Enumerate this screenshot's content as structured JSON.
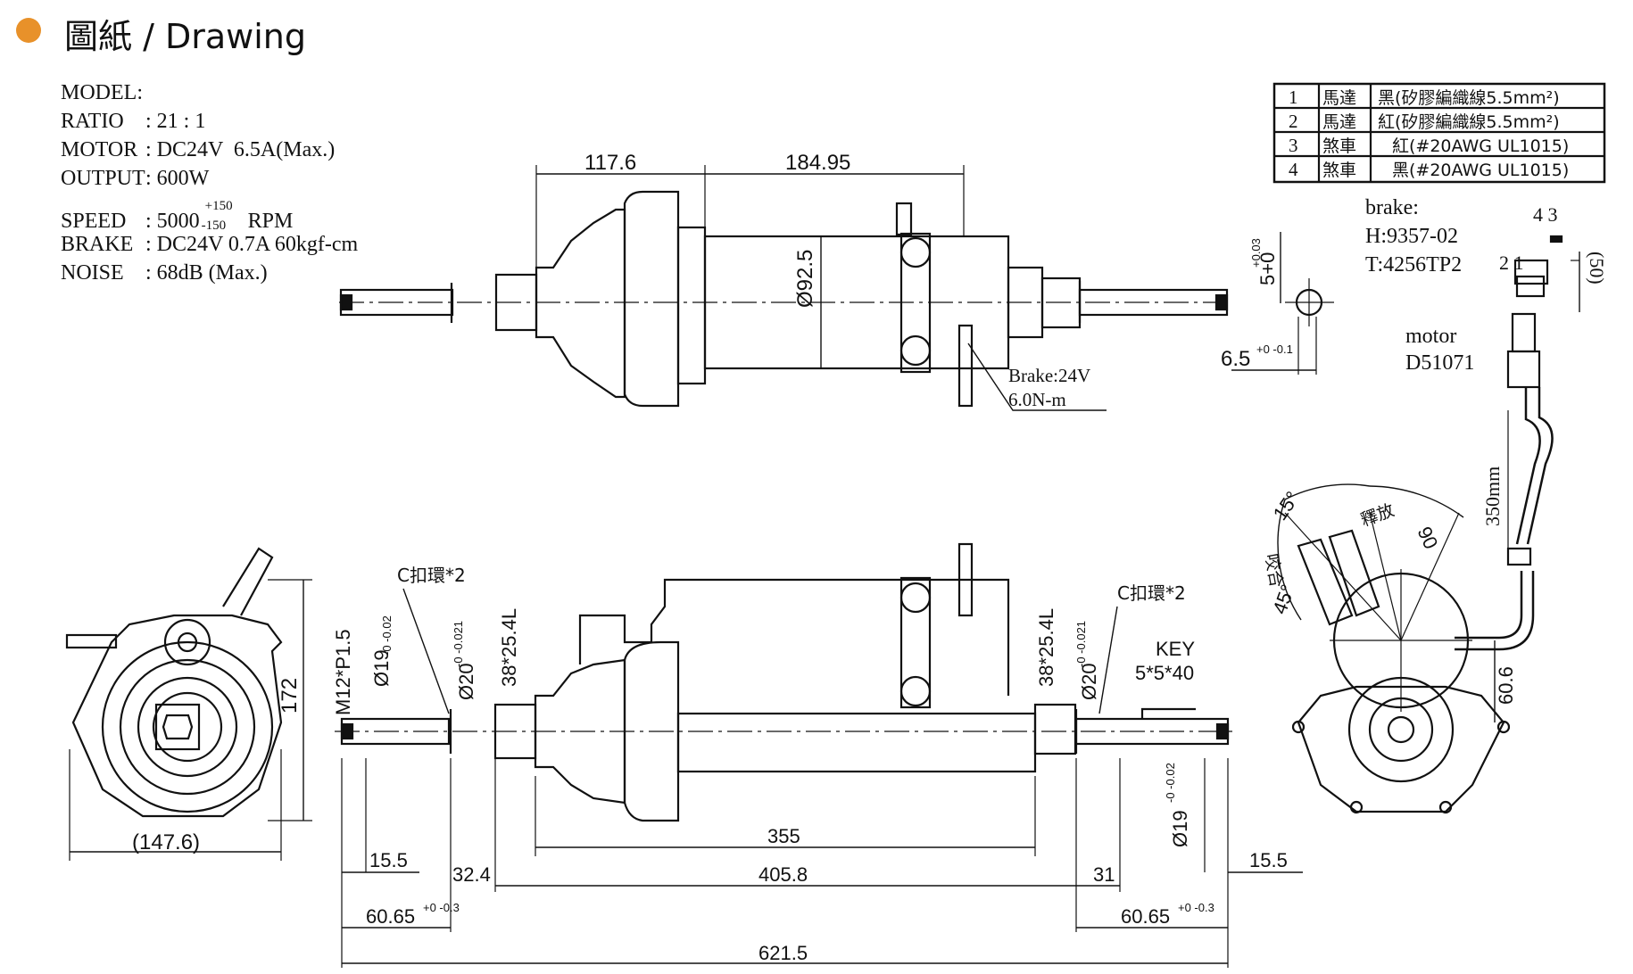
{
  "header": {
    "title": "圖紙 / Drawing",
    "dot_color": "#e8912a"
  },
  "specs": {
    "model_label": "MODEL:",
    "ratio": {
      "key": "RATIO",
      "value": ": 21 : 1"
    },
    "motor": {
      "key": "MOTOR",
      "value": ": DC24V  6.5A(Max.)"
    },
    "output": {
      "key": "OUTPUT",
      "value": ": 600W"
    },
    "speed": {
      "key": "SPEED",
      "value": ": 5000",
      "tol_plus": "+150",
      "tol_minus": "-150",
      "unit": "RPM"
    },
    "brake": {
      "key": "BRAKE",
      "value": ": DC24V 0.7A 60kgf-cm"
    },
    "noise": {
      "key": "NOISE",
      "value": ": 68dB (Max.)"
    }
  },
  "wire_table": {
    "rows": [
      {
        "no": "1",
        "part": "馬達",
        "desc": "黑(矽膠編織線5.5mm²)"
      },
      {
        "no": "2",
        "part": "馬達",
        "desc": "紅(矽膠編織線5.5mm²)"
      },
      {
        "no": "3",
        "part": "煞車",
        "desc": "紅(#20AWG UL1015)"
      },
      {
        "no": "4",
        "part": "煞車",
        "desc": "黑(#20AWG UL1015)"
      }
    ]
  },
  "connector": {
    "brake_label": "brake:",
    "brake_h": "H:9357-02",
    "brake_t": "T:4256TP2",
    "pins_top": "4 3",
    "pins_bottom": "2 1",
    "dim_50": "(50)",
    "motor_label": "motor",
    "motor_code": "D51071",
    "cable_len": "350mm",
    "dim_60_6": "60.6"
  },
  "top_view": {
    "dim_117_6": "117.6",
    "dim_184_95": "184.95",
    "dia_92_5": "Ø92.5",
    "brake_note_1": "Brake:24V",
    "brake_note_2": "6.0N-m"
  },
  "key_detail": {
    "dim_5": "5+0",
    "dim_5_tol": "+0.03",
    "dim_6_5": "6.5",
    "dim_6_5_tol": "+0 -0.1"
  },
  "side_view": {
    "height": "172",
    "width": "(147.6)"
  },
  "front_view": {
    "c_ring_left": "C扣環*2",
    "c_ring_right": "C扣環*2",
    "m12": "M12*P1.5",
    "d19_left": "Ø19",
    "d19_tol": "-0 -0.02",
    "d20_left": "Ø20",
    "d20_tol": "-0 -0.021",
    "spline_left": "38*25.4L",
    "spline_right": "38*25.4L",
    "d20_right": "Ø20",
    "key_label": "KEY",
    "key_size": "5*5*40",
    "d19_right": "Ø19",
    "dim_15_5_left": "15.5",
    "dim_32_4": "32.4",
    "dim_355": "355",
    "dim_405_8": "405.8",
    "dim_31": "31",
    "dim_15_5_right": "15.5",
    "dim_60_65_left": "60.65",
    "dim_60_65_right": "60.65",
    "dim_60_65_tol": "+0 -0.3",
    "dim_621_5": "621.5"
  },
  "angle_view": {
    "ang_15": "15°",
    "ang_90": "90",
    "ang_45": "45°",
    "release": "釋放",
    "engage": "咬合"
  }
}
